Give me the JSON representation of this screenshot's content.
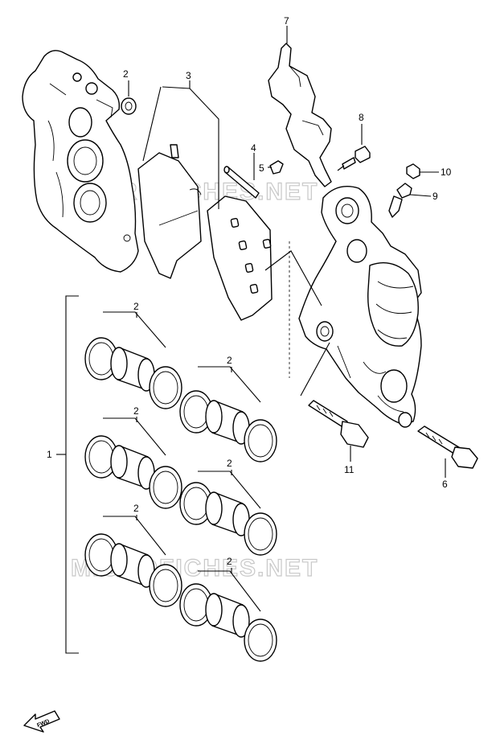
{
  "watermark": "MICROFICHES.NET",
  "callouts": {
    "c1": "1",
    "c2_top": "2",
    "c2_a": "2",
    "c2_b": "2",
    "c2_c": "2",
    "c2_d": "2",
    "c2_e": "2",
    "c2_f": "2",
    "c3": "3",
    "c4": "4",
    "c5": "5",
    "c6": "6",
    "c7": "7",
    "c8": "8",
    "c9": "9",
    "c10": "10",
    "c11": "11"
  },
  "fwd_label": "FWD"
}
